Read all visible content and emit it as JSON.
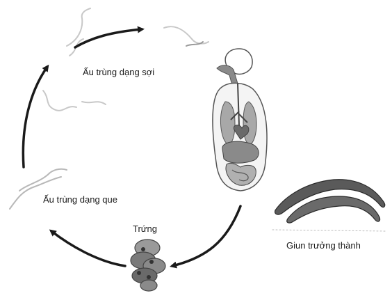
{
  "diagram": {
    "nodes": {
      "filariform_larva": {
        "label": "Ấu trùng dạng sợi"
      },
      "rhabditiform_larva": {
        "label": "Ấu trùng dạng que"
      },
      "egg": {
        "label": "Trứng"
      },
      "adult_worm": {
        "label": "Giun trưởng thành"
      }
    },
    "edges": [
      {
        "from": "rhabditiform_larva",
        "to": "filariform_larva"
      },
      {
        "from": "filariform_larva",
        "to": "human_host"
      },
      {
        "from": "human_host",
        "to": "egg"
      },
      {
        "from": "egg",
        "to": "rhabditiform_larva"
      }
    ]
  },
  "colors": {
    "arrow": "#1a1a1a",
    "line_art": "#555555",
    "faint_art": "#c8c8c8",
    "organ_fill": "#9a9a9a"
  },
  "icons": {
    "host": "human-torso-organs-icon",
    "adult": "adult-worm-icon",
    "egg": "egg-cluster-icon",
    "larva": "larva-icon"
  }
}
